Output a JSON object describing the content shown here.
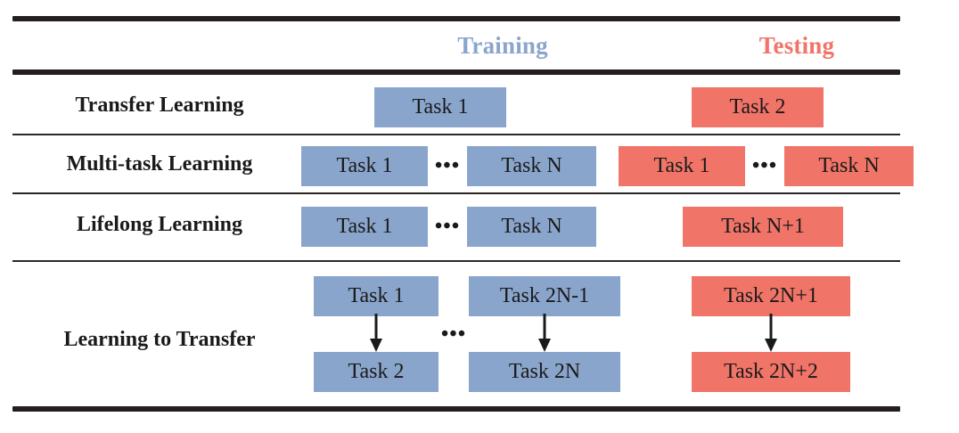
{
  "figure": {
    "type": "comparison-table",
    "columns": {
      "row_label_header": "",
      "training": "Training",
      "testing": "Testing"
    },
    "colors": {
      "training_blue": "#8aa5cc",
      "testing_red": "#f07468",
      "rule_black": "#231f1e",
      "text_black": "#1a1a1a"
    },
    "ellipsis": "•••",
    "rows": [
      {
        "label": "Transfer Learning",
        "training": [
          "Task 1"
        ],
        "testing": [
          "Task 2"
        ]
      },
      {
        "label": "Multi-task Learning",
        "training": [
          "Task 1",
          "Task N"
        ],
        "testing": [
          "Task 1",
          "Task N"
        ]
      },
      {
        "label": "Lifelong Learning",
        "training": [
          "Task 1",
          "Task N"
        ],
        "testing": [
          "Task N+1"
        ]
      },
      {
        "label": "Learning to Transfer",
        "training_top": [
          "Task 1",
          "Task 2N-1"
        ],
        "training_bottom": [
          "Task 2",
          "Task 2N"
        ],
        "testing_top": [
          "Task 2N+1"
        ],
        "testing_bottom": [
          "Task 2N+2"
        ]
      }
    ]
  }
}
